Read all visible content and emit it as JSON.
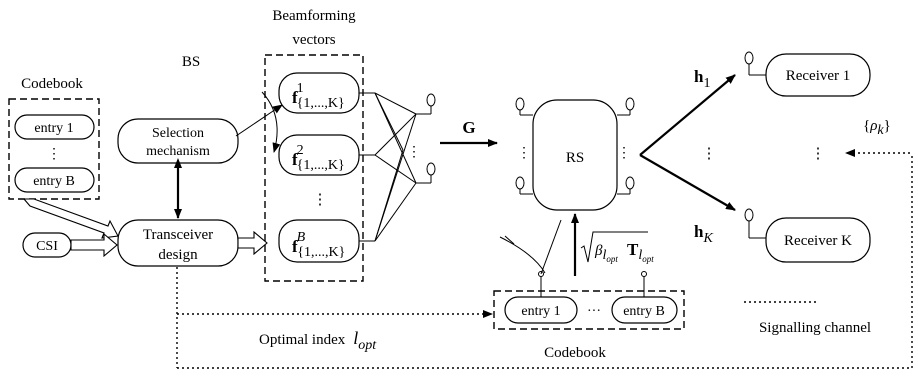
{
  "labels": {
    "beamforming_line1": "Beamforming",
    "beamforming_line2": "vectors",
    "bs": "BS",
    "codebook_left": "Codebook",
    "entry1_left": "entry 1",
    "entry_b_left": "entry B",
    "vdots": "⋮",
    "selection_line1": "Selection",
    "selection_line2": "mechanism",
    "csi": "CSI",
    "transceiver_line1": "Transceiver",
    "transceiver_line2": "design",
    "f_base": "f",
    "f_sub": "{1,...,K}",
    "f_sup1": "1",
    "f_sup2": "2",
    "f_supB": "B",
    "g": "G",
    "rs": "RS",
    "h1_base": "h",
    "h1_sub": "1",
    "hk_base": "h",
    "hk_sub": "K",
    "receiver1": "Receiver 1",
    "receiverK": "Receiver K",
    "rho": "{ρk}",
    "rho_open": "{",
    "rho_base": "ρ",
    "rho_sub": "k",
    "rho_close": "}",
    "beta_base": "β",
    "beta_sub": "l",
    "beta_subsub": "opt",
    "t_base": "T",
    "t_sub": "l",
    "t_subsub": "opt",
    "optimal_index_text": "Optimal index",
    "l_base": "l",
    "l_sub": "opt",
    "entry1_bottom": "entry 1",
    "dots_between": "···",
    "entry_b_bottom": "entry B",
    "codebook_bottom": "Codebook",
    "signalling_channel": "Signalling channel"
  }
}
